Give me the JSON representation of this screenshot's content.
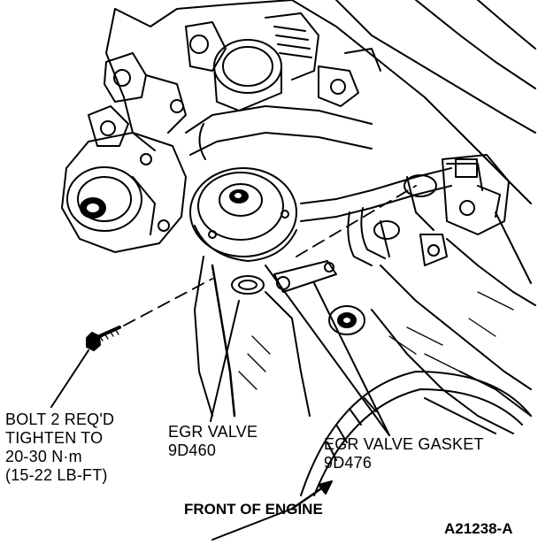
{
  "callouts": {
    "bolt": {
      "line1": "BOLT 2 REQ'D",
      "line2": "TIGHTEN TO",
      "line3": "20-30 N·m",
      "line4": "(15-22 LB-FT)"
    },
    "egr_valve": {
      "name": "EGR VALVE",
      "part_number": "9D460"
    },
    "egr_gasket": {
      "name": "EGR VALVE GASKET",
      "part_number": "9D476"
    }
  },
  "direction_label": "FRONT OF ENGINE",
  "figure_id": "A21238-A",
  "colors": {
    "ink": "#000000",
    "paper": "#ffffff"
  }
}
